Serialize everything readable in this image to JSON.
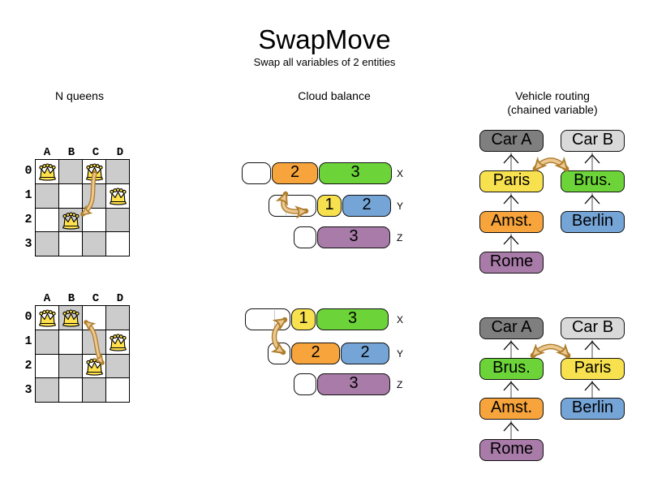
{
  "title": "SwapMove",
  "subtitle": "Swap all variables of 2 entities",
  "nqueens": {
    "header": "N queens",
    "col_labels": [
      "A",
      "B",
      "C",
      "D"
    ],
    "row_labels": [
      "0",
      "1",
      "2",
      "3"
    ],
    "before": {
      "queens": [
        "A0",
        "C0",
        "D1",
        "B2"
      ]
    },
    "after": {
      "queens": [
        "A0",
        "B0",
        "D1",
        "C2"
      ]
    }
  },
  "cloud": {
    "header": "Cloud balance",
    "before": {
      "rows": [
        {
          "label": "X",
          "segments": [
            {
              "value": "2",
              "color": "orange"
            },
            {
              "value": "3",
              "color": "green"
            }
          ]
        },
        {
          "label": "Y",
          "segments": [
            {
              "value": "1",
              "color": "yellow"
            },
            {
              "value": "2",
              "color": "blue"
            }
          ]
        },
        {
          "label": "Z",
          "segments": [
            {
              "value": "3",
              "color": "purple"
            }
          ]
        }
      ]
    },
    "after": {
      "rows": [
        {
          "label": "X",
          "segments": [
            {
              "value": "1",
              "color": "yellow"
            },
            {
              "value": "3",
              "color": "green"
            }
          ]
        },
        {
          "label": "Y",
          "segments": [
            {
              "value": "2",
              "color": "orange"
            },
            {
              "value": "2",
              "color": "blue"
            }
          ]
        },
        {
          "label": "Z",
          "segments": [
            {
              "value": "3",
              "color": "purple"
            }
          ]
        }
      ]
    }
  },
  "vehicle": {
    "header": "Vehicle routing",
    "subheader": "(chained variable)",
    "before": {
      "left": [
        "Car A",
        "Paris",
        "Amst.",
        "Rome"
      ],
      "right": [
        "Car B",
        "Brus.",
        "Berlin"
      ]
    },
    "after": {
      "left": [
        "Car A",
        "Brus.",
        "Amst.",
        "Rome"
      ],
      "right": [
        "Car B",
        "Paris",
        "Berlin"
      ]
    }
  },
  "colors": {
    "orange": "#f6a43b",
    "green": "#6cd438",
    "yellow": "#f8e14e",
    "blue": "#75a4d7",
    "purple": "#a87ba8",
    "car_a_gray": "#7f7f7f",
    "car_b_gray": "#d9d9d9",
    "board_gray": "#cccccc",
    "arrow_fill": "#ecc78f",
    "arrow_outline": "#ad7d2d",
    "crown_gold": "#ffe14d"
  }
}
